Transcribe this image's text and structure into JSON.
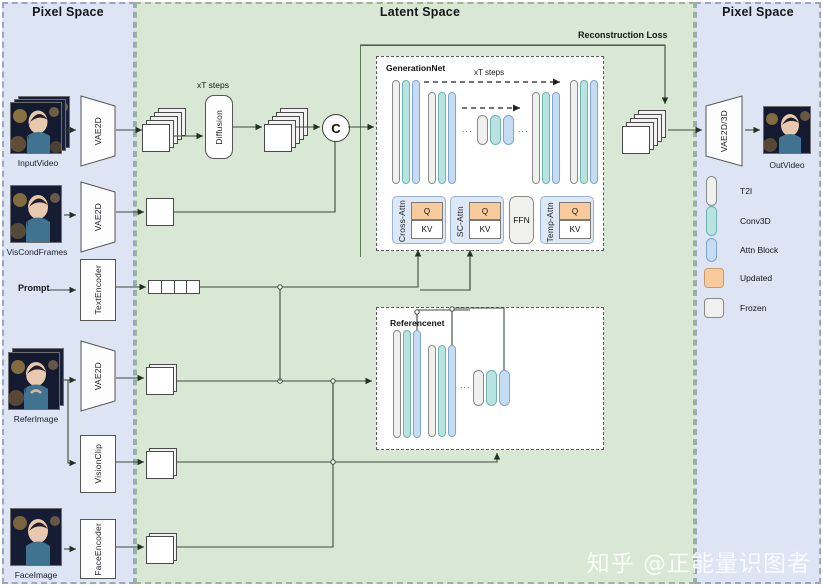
{
  "panels": {
    "pixel_left": "Pixel Space",
    "latent": "Latent Space",
    "pixel_right": "Pixel Space"
  },
  "colors": {
    "pixel_bg": "#dde4f3",
    "latent_bg": "#d9e8d4",
    "t2i": "#f0f0ee",
    "conv3d": "#b8e3e0",
    "attn": "#c6dcf3",
    "updated": "#f9cb9c",
    "frozen": "#f0f0ee",
    "wire": "#3b4a3b"
  },
  "inputs": [
    {
      "caption": "InputVideo",
      "encoder": "VAE2D",
      "shape": "trapezoid"
    },
    {
      "caption": "VisCondFrames",
      "encoder": "VAE2D",
      "shape": "trapezoid"
    },
    {
      "caption": "Prompt",
      "encoder": "TextEncoder",
      "shape": "rect"
    },
    {
      "caption": "ReferImage",
      "encoder": "VAE2D",
      "shape": "trapezoid"
    },
    {
      "caption": "",
      "encoder": "VisionClip",
      "shape": "rect"
    },
    {
      "caption": "FaceImage",
      "encoder": "FaceEncoder",
      "shape": "rect"
    }
  ],
  "output": {
    "decoder": "VAE2D/3D",
    "caption": "OutVideo"
  },
  "latent": {
    "diffusion_label": "Diffusion",
    "diffusion_steps_label": "xT steps",
    "concat_symbol": "C",
    "reconstruction_loss": "Reconstruction Loss"
  },
  "generation_net": {
    "title": "GenerationNet",
    "steps_label": "xT steps",
    "dots": "...",
    "columns": [
      {
        "height": 105,
        "pills": [
          "t2i",
          "conv3d",
          "attn"
        ]
      },
      {
        "height": 82,
        "pills": [
          "t2i",
          "conv3d",
          "attn"
        ]
      },
      {
        "height": 45,
        "pills": [
          "t2i",
          "conv3d",
          "attn"
        ]
      },
      {
        "height": 82,
        "pills": [
          "t2i",
          "conv3d",
          "attn"
        ]
      },
      {
        "height": 105,
        "pills": [
          "t2i",
          "conv3d",
          "attn"
        ]
      }
    ],
    "attention_blocks": [
      {
        "label": "Cross-Attn",
        "q": "Q",
        "kv": "KV"
      },
      {
        "label": "SC-Attn",
        "q": "Q",
        "kv": "KV"
      },
      {
        "label": "FFN"
      },
      {
        "label": "Temp-Attn",
        "q": "Q",
        "kv": "KV"
      }
    ]
  },
  "reference_net": {
    "title": "Referencenet",
    "dots": "...",
    "columns": [
      {
        "height": 110,
        "pills": [
          "t2i",
          "conv3d",
          "attn"
        ]
      },
      {
        "height": 92,
        "pills": [
          "t2i",
          "conv3d",
          "attn"
        ]
      },
      {
        "height": 48,
        "pills": [
          "t2i",
          "conv3d",
          "attn"
        ]
      }
    ]
  },
  "legend": [
    {
      "swatch": "pill-t2i",
      "label": "T2I"
    },
    {
      "swatch": "pill-conv",
      "label": "Conv3D"
    },
    {
      "swatch": "pill-attn",
      "label": "Attn Block"
    },
    {
      "swatch": "box-updated",
      "label": "Updated"
    },
    {
      "swatch": "box-frozen",
      "label": "Frozen"
    }
  ],
  "watermark": "知乎 @正能量识图者"
}
